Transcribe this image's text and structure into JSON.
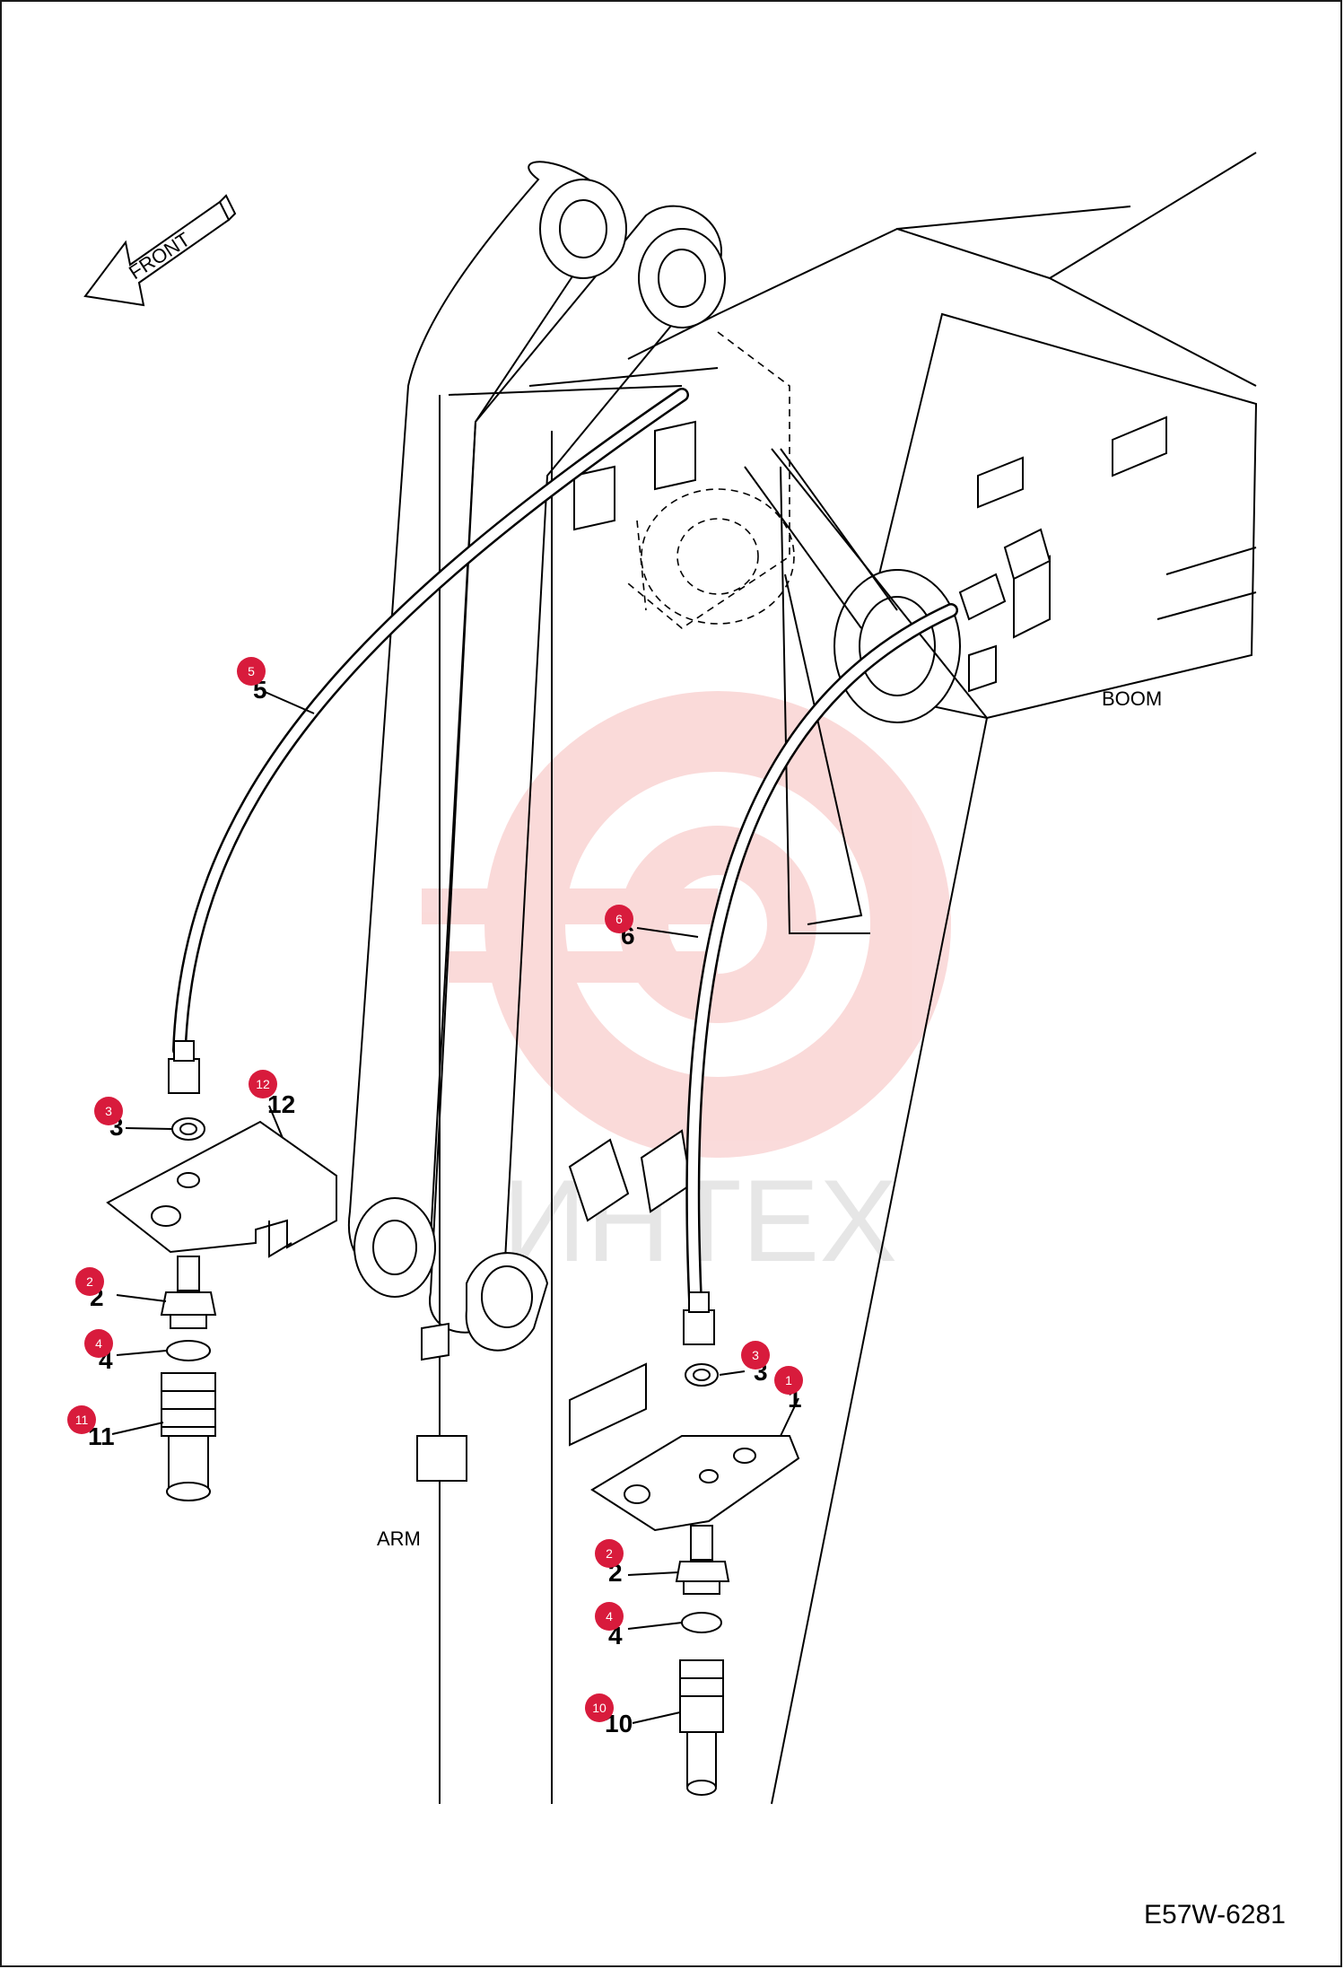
{
  "drawing": {
    "code": "E57W-6281",
    "direction_label": "FRONT",
    "labels": {
      "boom": "BOOM",
      "arm": "ARM"
    }
  },
  "callouts": [
    {
      "id": "c5",
      "number": "5",
      "printed": "5"
    },
    {
      "id": "c6",
      "number": "6",
      "printed": "6"
    },
    {
      "id": "c12",
      "number": "12",
      "printed": "12"
    },
    {
      "id": "c3a",
      "number": "3",
      "printed": "3"
    },
    {
      "id": "c2a",
      "number": "2",
      "printed": "2"
    },
    {
      "id": "c4a",
      "number": "4",
      "printed": "4"
    },
    {
      "id": "c11",
      "number": "11",
      "printed": "11"
    },
    {
      "id": "c3b",
      "number": "3",
      "printed": "3"
    },
    {
      "id": "c1",
      "number": "1",
      "printed": "1"
    },
    {
      "id": "c2b",
      "number": "2",
      "printed": "2"
    },
    {
      "id": "c4b",
      "number": "4",
      "printed": "4"
    },
    {
      "id": "c10",
      "number": "10",
      "printed": "10"
    }
  ],
  "watermark": {
    "text": "ИНТЕХ",
    "color": "#f2a0a0"
  },
  "colors": {
    "callout": "#d81b3c",
    "line": "#000000"
  }
}
